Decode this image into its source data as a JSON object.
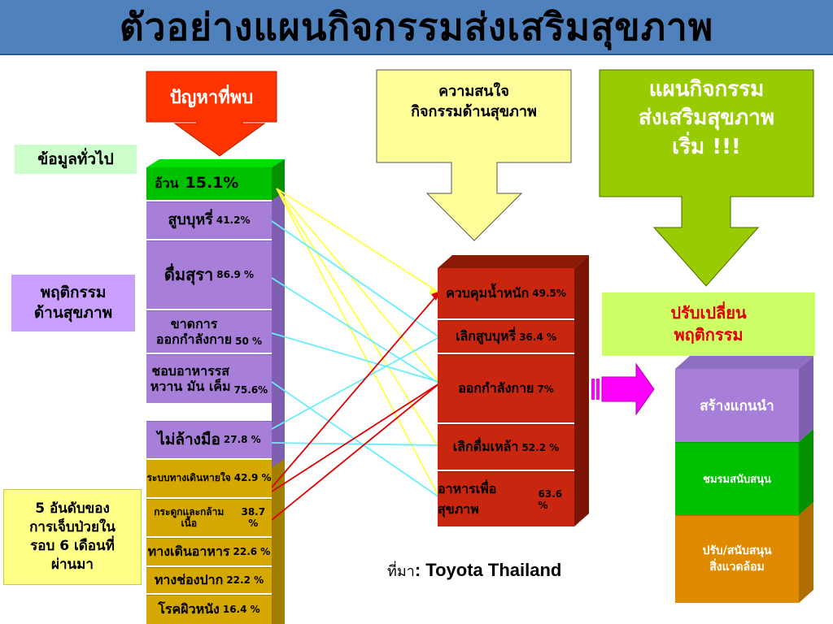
{
  "title": "ตัวอย่างแผนกิจกรรมส่งเสริมสุขภาพ",
  "labels": {
    "problems_found": "ปัญหาที่พบ",
    "general_info": "ข้อมูลทั่วไป",
    "health_behavior": "พฤติกรรม\nด้านสุขภาพ",
    "top5_illness": "5 อันดับของ\nการเจ็บป่วยใน\nรอบ 6 เดือนที่\nผ่านมา",
    "interest": "ความสนใจ\nกิจกรรมด้านสุขภาพ",
    "plan": "แผนกิจกรรม\nส่งเสริมสุขภาพ\nเริ่ม !!!",
    "change_behavior": "ปรับเปลี่ยน\nพฤติกรรม",
    "source_prefix": "ที่มา",
    "source_name": ": Toyota Thailand"
  },
  "problems": {
    "general": [
      {
        "label": "อ้วน",
        "value": "15.1%"
      }
    ],
    "behavior": [
      {
        "label": "สูบบุหรี่",
        "value": "41.2%"
      },
      {
        "label": "ดื่มสุรา",
        "value": "86.9 %"
      },
      {
        "label": "ขาดการ\nออกกำลังกาย",
        "value": "50 %"
      },
      {
        "label": "ชอบอาหารรส\nหวาน มัน เค็ม",
        "value": "75.6%"
      },
      {
        "label": "ไม่ล้างมือ",
        "value": "27.8 %"
      }
    ],
    "illness": [
      {
        "label": "ระบบทางเดินหายใจ",
        "value": "42.9 %"
      },
      {
        "label": "กระดูกและกล้ามเนื้อ",
        "value": "38.7 %"
      },
      {
        "label": "ทางเดินอาหาร",
        "value": "22.6 %"
      },
      {
        "label": "ทางช่องปาก",
        "value": "22.2 %"
      },
      {
        "label": "โรคผิวหนัง",
        "value": "16.4 %"
      }
    ]
  },
  "interests": [
    {
      "label": "ควบคุมน้ำหนัก",
      "value": "49.5%"
    },
    {
      "label": "เลิกสูบบุหรี่",
      "value": "36.4 %"
    },
    {
      "label": "ออกกำลังกาย",
      "value": "7%"
    },
    {
      "label": "เลิกดื่มเหล้า",
      "value": "52.2 %"
    },
    {
      "label": "อาหารเพื่อสุขภาพ",
      "value": "63.6 %"
    }
  ],
  "plan_stack": [
    {
      "label": "สร้างแกนนำ"
    },
    {
      "label": "ชมรมสนับสนุน"
    },
    {
      "label": "ปรับ/สนับสนุน\nสิ่งแวดล้อม"
    }
  ],
  "colors": {
    "title_bg": "#4f81bd",
    "general": "#00c000",
    "behavior": "#a77fd8",
    "illness": "#d4a800",
    "interest": "#c8260e",
    "problem_arrow": "#ff3300",
    "interest_arrow": "#ffff99",
    "plan_arrow": "#99cc00",
    "change_box": "#ccff66",
    "pink_arrow": "#ff00ff"
  }
}
